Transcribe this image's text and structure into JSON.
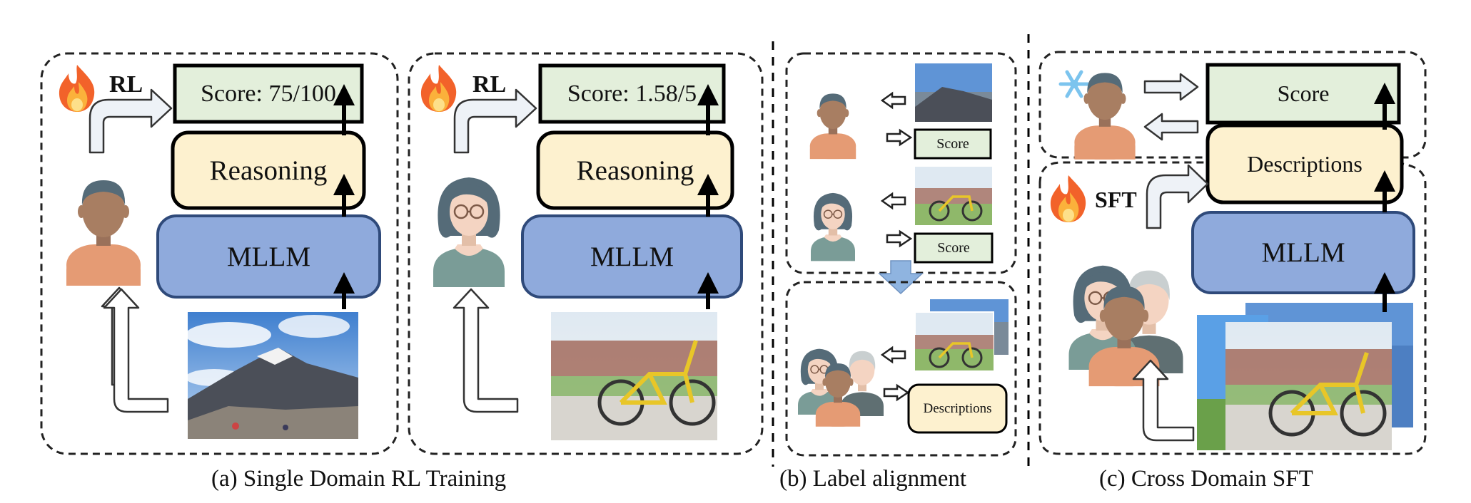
{
  "panel_a": {
    "caption": "(a) Single Domain RL Training",
    "left": {
      "tag": "RL",
      "score": "Score: 75/100",
      "reasoning": "Reasoning",
      "model": "MLLM",
      "icon": "fire-icon",
      "avatar": "person-icon",
      "image": "mountain-photo"
    },
    "right": {
      "tag": "RL",
      "score": "Score: 1.58/5",
      "reasoning": "Reasoning",
      "model": "MLLM",
      "icon": "fire-icon",
      "avatar": "elderly-woman-icon",
      "image": "bicycle-photo"
    }
  },
  "panel_b": {
    "caption": "(b) Label alignment",
    "top_score_1": "Score",
    "top_score_2": "Score",
    "bottom_descriptions": "Descriptions"
  },
  "panel_c": {
    "caption": "(c) Cross Domain SFT",
    "score": "Score",
    "descriptions": "Descriptions",
    "model": "MLLM",
    "tag": "SFT",
    "frozen_icon": "snowflake-icon",
    "train_icon": "fire-icon"
  },
  "colors": {
    "score_fill": "#e3efdb",
    "reasoning_fill": "#fdf1cf",
    "mllm_fill": "#8faadc",
    "mllm_stroke": "#2f4a7a",
    "skin": "#a87e62",
    "hair_dark": "#556b78",
    "shirt_orange": "#e59b74",
    "shirt_gray": "#7a9c97",
    "sky": "#5a95d5"
  }
}
